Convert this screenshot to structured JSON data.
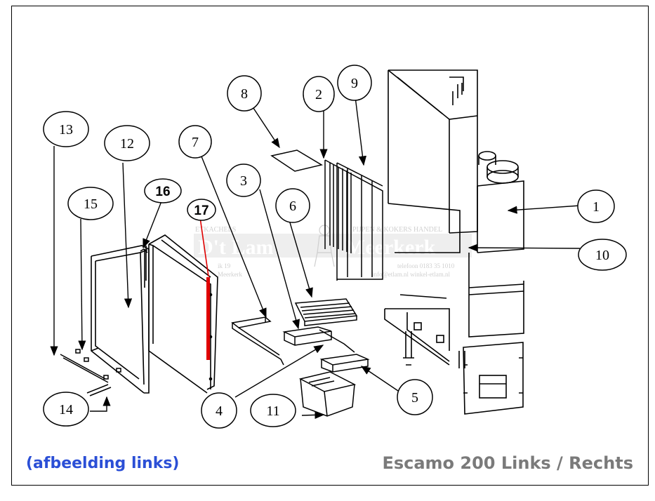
{
  "diagram": {
    "callouts": [
      {
        "label": "1"
      },
      {
        "label": "2"
      },
      {
        "label": "3"
      },
      {
        "label": "4"
      },
      {
        "label": "5"
      },
      {
        "label": "6"
      },
      {
        "label": "7"
      },
      {
        "label": "8"
      },
      {
        "label": "9"
      },
      {
        "label": "10"
      },
      {
        "label": "11"
      },
      {
        "label": "12"
      },
      {
        "label": "13"
      },
      {
        "label": "14"
      },
      {
        "label": "15"
      },
      {
        "label": "16"
      },
      {
        "label": "17"
      }
    ],
    "watermark": {
      "left_top": "ETKACHELS",
      "left_brand": "D't Lam",
      "right_brand": "Meerkerk",
      "right_top": "PIJPEN & KOKERS HANDEL",
      "addr_1": "ik 19",
      "addr_2": "Meerkerk",
      "phone": "telefoon 0183 35 1010",
      "web": "info@etlam.nl  winkel-etlam.nl"
    },
    "highlight_color": "#e00000"
  },
  "captions": {
    "left": "(afbeelding links)",
    "right": "Escamo 200 Links / Rechts"
  }
}
